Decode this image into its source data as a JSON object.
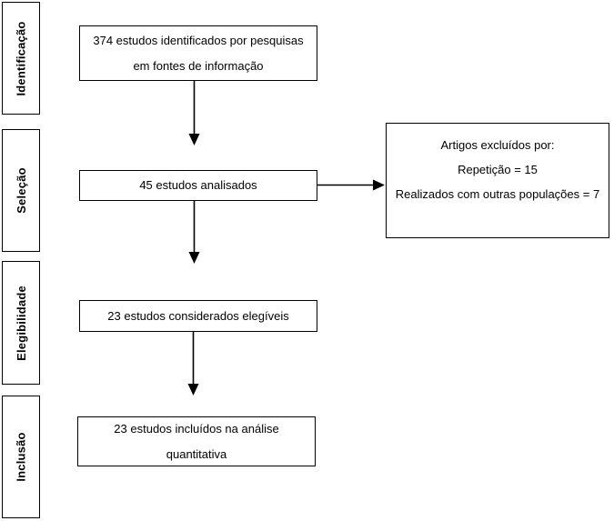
{
  "flow": {
    "stages": [
      {
        "label": "Identificação"
      },
      {
        "label": "Seleção"
      },
      {
        "label": "Elegibilidade"
      },
      {
        "label": "Inclusão"
      }
    ],
    "boxes": [
      {
        "line1": "374 estudos identificados por pesquisas",
        "line2": "em fontes de informação"
      },
      {
        "line1": "45 estudos analisados"
      },
      {
        "line1": "23 estudos considerados elegíveis"
      },
      {
        "line1": "23 estudos incluídos na análise",
        "line2": "quantitativa"
      }
    ],
    "exclusion_box": {
      "line1": "Artigos excluídos por:",
      "line2": "Repetição = 15",
      "line3": "Realizados com outras populações = 7"
    },
    "colors": {
      "line": "#000000",
      "background": "#ffffff"
    }
  }
}
